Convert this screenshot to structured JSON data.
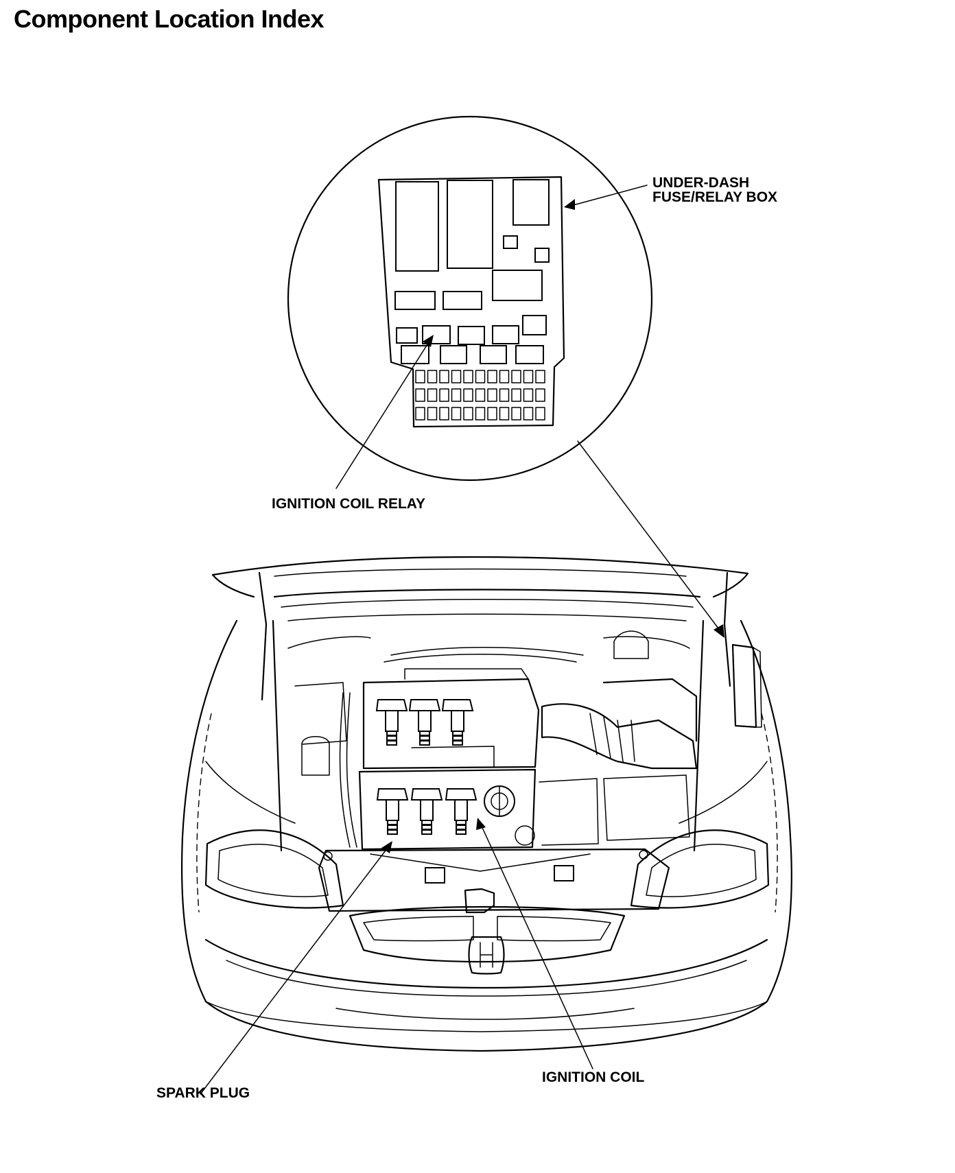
{
  "page": {
    "title": "Component Location Index"
  },
  "callouts": {
    "fuse_box_line1": "UNDER-DASH",
    "fuse_box_line2": "FUSE/RELAY BOX",
    "ignition_coil_relay": "IGNITION COIL RELAY",
    "spark_plug": "SPARK PLUG",
    "ignition_coil": "IGNITION COIL"
  },
  "icons": [
    "honda-logo-icon"
  ]
}
